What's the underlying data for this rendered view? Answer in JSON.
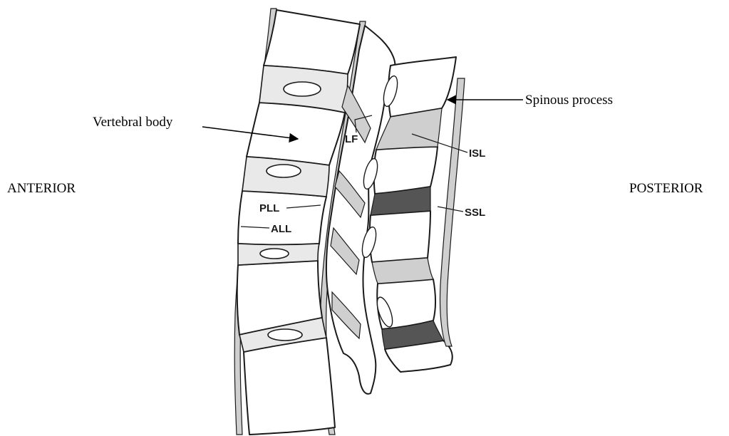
{
  "labels": {
    "anterior": "ANTERIOR",
    "posterior": "POSTERIOR",
    "vertebral_body": "Vertebral body",
    "spinous_process": "Spinous process",
    "lf": "LF",
    "isl": "ISL",
    "ssl": "SSL",
    "pll": "PLL",
    "all": "ALL"
  }
}
